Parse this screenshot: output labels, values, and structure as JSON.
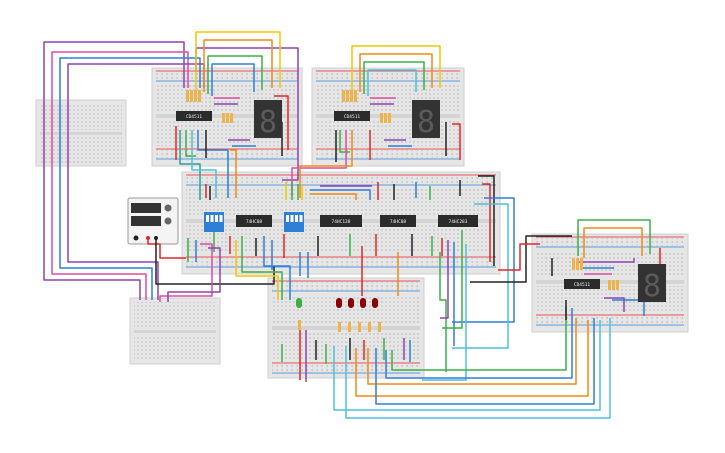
{
  "app": {
    "title": "",
    "background": "#ffffff"
  },
  "breadboards": [
    {
      "name": "breadboard-top-left"
    },
    {
      "name": "breadboard-top-right"
    },
    {
      "name": "breadboard-center"
    },
    {
      "name": "breadboard-right"
    },
    {
      "name": "breadboard-bottom-middle"
    },
    {
      "name": "breadboard-mini-left"
    },
    {
      "name": "breadboard-mini-bottom-left"
    }
  ],
  "chips": [
    {
      "id": "cd4511-top-left",
      "label": "CD4511"
    },
    {
      "id": "cd4511-top-right",
      "label": "CD4511"
    },
    {
      "id": "74hc08",
      "label": "74HC08"
    },
    {
      "id": "74hc138",
      "label": "74HC138"
    },
    {
      "id": "74hc08-2",
      "label": "74HC08"
    },
    {
      "id": "74hc283",
      "label": "74HC283"
    },
    {
      "id": "cd4511-right",
      "label": "CD4511"
    }
  ],
  "displays": [
    {
      "id": "seven-segment-top-left",
      "digit": "8"
    },
    {
      "id": "seven-segment-top-right",
      "digit": "8"
    },
    {
      "id": "seven-segment-right",
      "digit": "8"
    }
  ],
  "dip_switches": [
    {
      "id": "dip-switch-left",
      "positions": 4
    },
    {
      "id": "dip-switch-right",
      "positions": 4
    }
  ],
  "leds": [
    {
      "id": "led-green",
      "color": "#3cb043"
    },
    {
      "id": "led-red-1",
      "color": "#8b0000"
    },
    {
      "id": "led-red-2",
      "color": "#8b0000"
    },
    {
      "id": "led-red-3",
      "color": "#8b0000"
    },
    {
      "id": "led-red-4",
      "color": "#8b0000"
    }
  ],
  "power_supply": {
    "id": "power-supply",
    "terminals": [
      "+",
      "-"
    ]
  },
  "wire_colors": {
    "red": "#e0262b",
    "black": "#222222",
    "yellow": "#f2c500",
    "orange": "#ef8a17",
    "green": "#3fae49",
    "blue": "#2f7fd6",
    "cyan": "#4cc0d9",
    "purple": "#8e44ad",
    "pink": "#d94fa3",
    "teal": "#2aa198"
  }
}
